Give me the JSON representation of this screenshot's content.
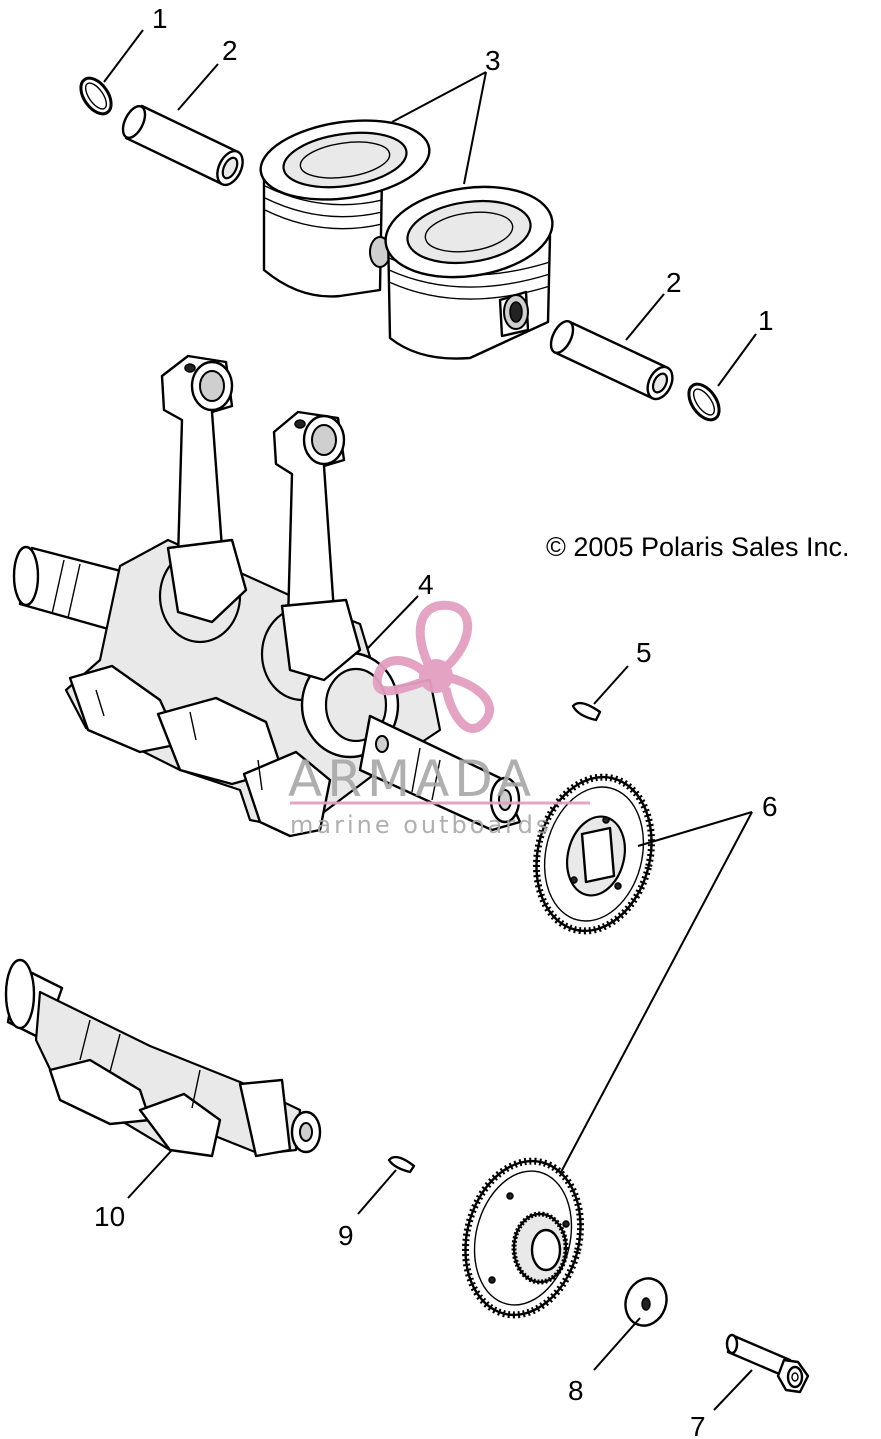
{
  "copyright": "© 2005 Polaris Sales Inc.",
  "watermark": {
    "brand": "ARMADA",
    "tagline": "marine outboards",
    "logo_color": "#e39fc0"
  },
  "callouts": {
    "c1a": "1",
    "c2a": "2",
    "c3": "3",
    "c2b": "2",
    "c1b": "1",
    "c4": "4",
    "c5": "5",
    "c6": "6",
    "c10": "10",
    "c9": "9",
    "c8": "8",
    "c7": "7"
  }
}
